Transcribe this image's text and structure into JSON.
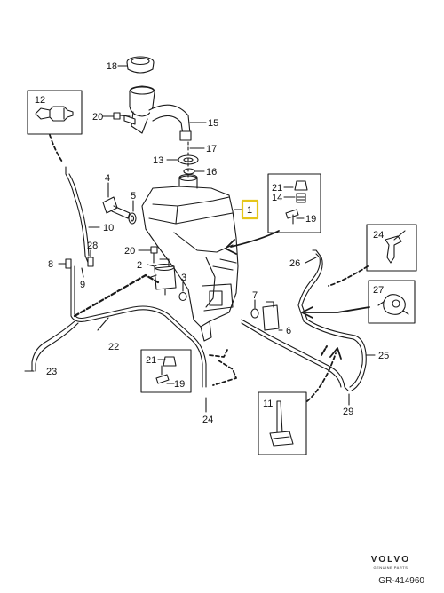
{
  "labels": {
    "p1": "1",
    "p2": "2",
    "p3": "3",
    "p4": "4",
    "p5": "5",
    "p6": "6",
    "p7": "7",
    "p8": "8",
    "p9": "9",
    "p10": "10",
    "p11": "11",
    "p12": "12",
    "p13": "13",
    "p14": "14",
    "p15": "15",
    "p16": "16",
    "p17": "17",
    "p18": "18",
    "p19a": "19",
    "p19b": "19",
    "p20a": "20",
    "p20b": "20",
    "p21a": "21",
    "p21b": "21",
    "p22": "22",
    "p23": "23",
    "p24a": "24",
    "p24b": "24",
    "p25": "25",
    "p26": "26",
    "p27": "27",
    "p28": "28",
    "p29": "29"
  },
  "brand": {
    "name": "VOLVO",
    "tagline": "GENUINE PARTS"
  },
  "reference": "GR-414960",
  "colors": {
    "line": "#1a1a1a",
    "highlight": "#e6c619",
    "fill": "#ffffff"
  }
}
